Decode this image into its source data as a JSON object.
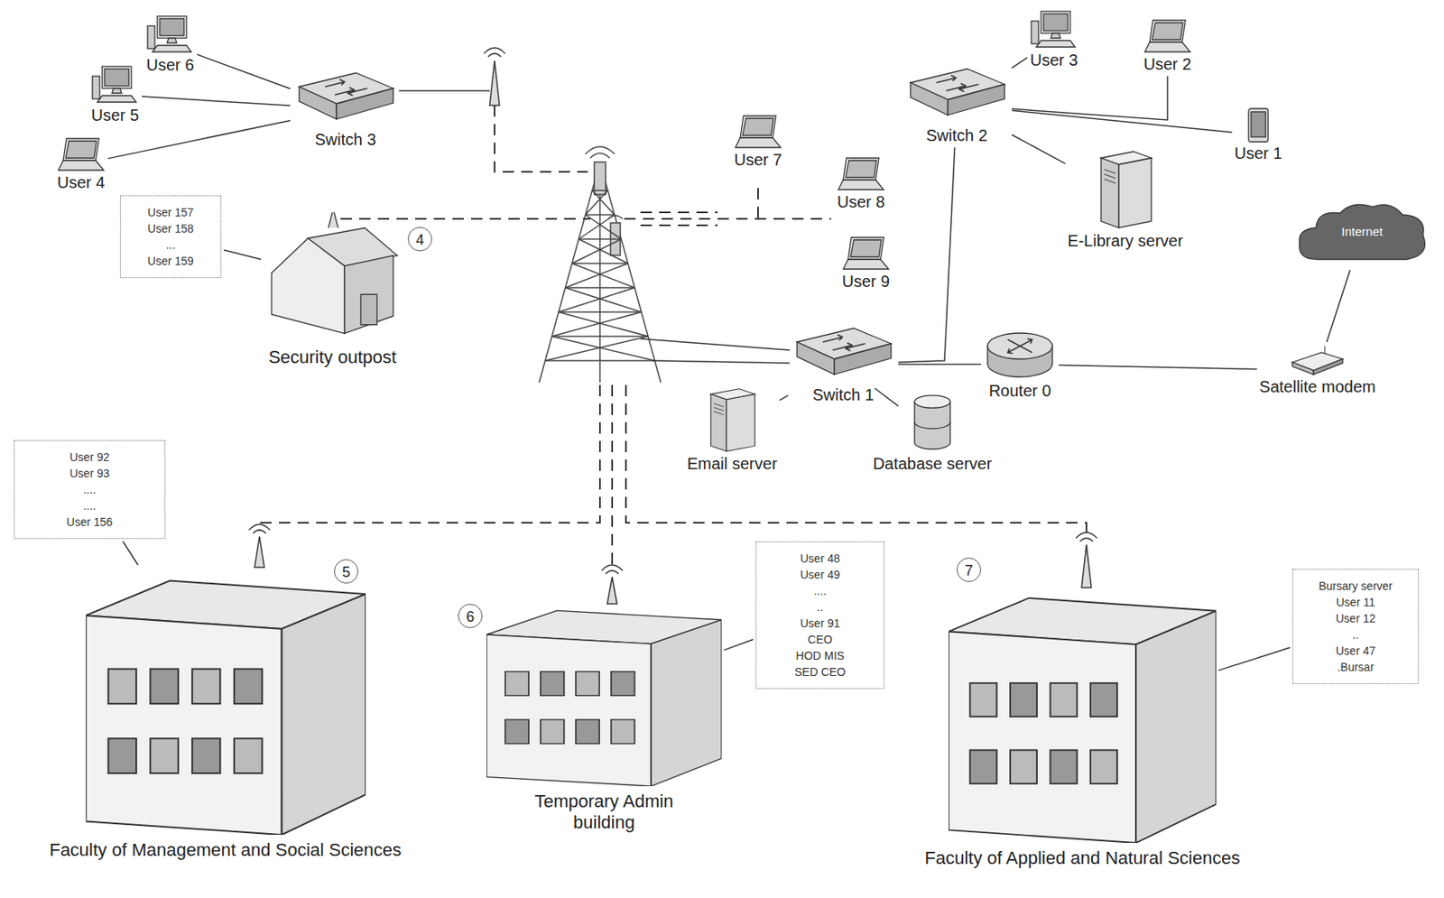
{
  "diagram": {
    "nodes": [
      {
        "text": [
          "User 6"
        ]
      },
      {
        "text": [
          "User 5"
        ]
      },
      {
        "text": [
          "User 4"
        ]
      },
      {
        "text": [
          "Switch 3"
        ]
      },
      {
        "text": [
          "User 3"
        ]
      },
      {
        "text": [
          "User 2"
        ]
      },
      {
        "text": [
          "User 1"
        ]
      },
      {
        "text": [
          "Switch 2"
        ]
      },
      {
        "text": [
          "E-Library server"
        ]
      },
      {
        "text": [
          "User 7"
        ]
      },
      {
        "text": [
          "User 8"
        ]
      },
      {
        "text": [
          "User 9"
        ]
      },
      {
        "text": [
          "Switch 1"
        ]
      },
      {
        "text": [
          "Router 0"
        ]
      },
      {
        "text": [
          "Satellite modem"
        ]
      },
      {
        "text": [
          "Internet"
        ]
      },
      {
        "text": [
          "Email server"
        ]
      },
      {
        "text": [
          "Database server"
        ]
      },
      {
        "text": [
          "User 157",
          "User 158",
          "...",
          "User 159"
        ]
      },
      {
        "text": [
          "Security outpost"
        ]
      },
      {
        "text": [
          "User 92",
          "User 93",
          "....",
          "....",
          "User 156"
        ]
      },
      {
        "text": [
          "Faculty of Management and Social Sciences"
        ]
      },
      {
        "text": [
          "User 48",
          "User 49",
          "....",
          "..",
          "User 91",
          "CEO",
          "HOD MIS",
          "SED CEO"
        ]
      },
      {
        "text": [
          "Temporary Admin building"
        ]
      },
      {
        "text": [
          "Bursary server",
          "User 11",
          "User 12",
          "..",
          "User 47",
          ".Bursar"
        ]
      },
      {
        "text": [
          "Faculty of Applied and Natural Sciences"
        ]
      }
    ],
    "edges": [
      {
        "from": 0,
        "to": 3,
        "arrow": "none"
      },
      {
        "from": 1,
        "to": 3,
        "arrow": "none"
      },
      {
        "from": 2,
        "to": 3,
        "arrow": "none"
      },
      {
        "from": 4,
        "to": 7,
        "arrow": "none"
      },
      {
        "from": 5,
        "to": 7,
        "arrow": "none"
      },
      {
        "from": 6,
        "to": 7,
        "arrow": "none"
      },
      {
        "from": 8,
        "to": 7,
        "arrow": "none"
      },
      {
        "from": 7,
        "to": 12,
        "arrow": "none"
      },
      {
        "from": 12,
        "to": 16,
        "arrow": "none"
      },
      {
        "from": 12,
        "to": 17,
        "arrow": "none"
      },
      {
        "from": 12,
        "to": 13,
        "arrow": "none"
      },
      {
        "from": 13,
        "to": 14,
        "arrow": "none"
      },
      {
        "from": 14,
        "to": 15,
        "arrow": "none"
      },
      {
        "from": 18,
        "to": 19,
        "arrow": "none"
      },
      {
        "from": 20,
        "to": 21,
        "arrow": "none"
      },
      {
        "from": 22,
        "to": 23,
        "arrow": "none"
      },
      {
        "from": 24,
        "to": 25,
        "arrow": "none"
      }
    ],
    "labels": [
      "4",
      "5",
      "6",
      "7"
    ]
  }
}
